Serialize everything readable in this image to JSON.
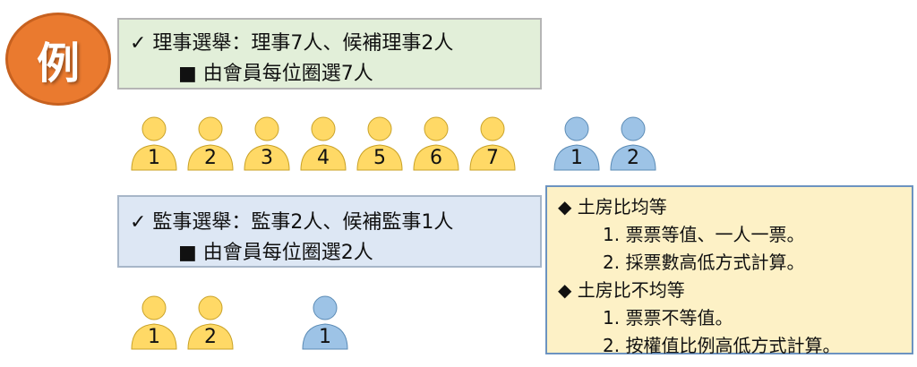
{
  "badge": {
    "label": "例"
  },
  "director_box": {
    "heading": "✓ 理事選舉：理事7人、候補理事2人",
    "subline": "■ 由會員每位圈選7人"
  },
  "supervisor_box": {
    "heading": "✓ 監事選舉：監事2人、候補監事1人",
    "subline": "■ 由會員每位圈選2人"
  },
  "info_box": {
    "item1_title": "◆ 土房比均等",
    "item1_sub1": "1.  票票等值、一人一票。",
    "item1_sub2": "2.  採票數高低方式計算。",
    "item2_title": "◆ 土房比不均等",
    "item2_sub1": "1.  票票不等值。",
    "item2_sub2": "2.  按權值比例高低方式計算。"
  },
  "colors": {
    "yellow": "#ffd966",
    "blue": "#9dc3e6",
    "orange": "#ea7a2f"
  },
  "director_people": [
    "1",
    "2",
    "3",
    "4",
    "5",
    "6",
    "7"
  ],
  "director_alternates": [
    "1",
    "2"
  ],
  "supervisor_people": [
    "1",
    "2"
  ],
  "supervisor_alternates": [
    "1"
  ]
}
